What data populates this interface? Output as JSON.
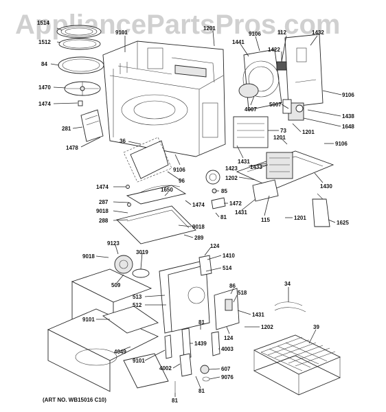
{
  "watermark": "AppliancePartsPros.com",
  "art_number": "(ART NO. WB15016 C10)",
  "colors": {
    "line": "#222222",
    "background": "#ffffff",
    "watermark": "#969696"
  },
  "callouts": [
    {
      "id": "c1514",
      "label": "1514"
    },
    {
      "id": "c1512",
      "label": "1512"
    },
    {
      "id": "c84",
      "label": "84"
    },
    {
      "id": "c1470",
      "label": "1470"
    },
    {
      "id": "c1474a",
      "label": "1474"
    },
    {
      "id": "c281",
      "label": "281"
    },
    {
      "id": "c1478",
      "label": "1478"
    },
    {
      "id": "c9101a",
      "label": "9101"
    },
    {
      "id": "c1201a",
      "label": "1201"
    },
    {
      "id": "c9106a",
      "label": "9106"
    },
    {
      "id": "c112",
      "label": "112"
    },
    {
      "id": "c1432",
      "label": "1432"
    },
    {
      "id": "c1441",
      "label": "1441"
    },
    {
      "id": "c1422",
      "label": "1422"
    },
    {
      "id": "c9106b",
      "label": "9106"
    },
    {
      "id": "c4007",
      "label": "4007"
    },
    {
      "id": "c5007",
      "label": "5007"
    },
    {
      "id": "c1438",
      "label": "1438"
    },
    {
      "id": "c1648",
      "label": "1648"
    },
    {
      "id": "c73",
      "label": "73"
    },
    {
      "id": "c1201b",
      "label": "1201"
    },
    {
      "id": "c1201c",
      "label": "1201"
    },
    {
      "id": "c9106c",
      "label": "9106"
    },
    {
      "id": "c36",
      "label": "36"
    },
    {
      "id": "c9106d",
      "label": "9106"
    },
    {
      "id": "c1431a",
      "label": "1431"
    },
    {
      "id": "c1423",
      "label": "1423"
    },
    {
      "id": "c1433",
      "label": "1433"
    },
    {
      "id": "c96",
      "label": "96"
    },
    {
      "id": "c1202a",
      "label": "1202"
    },
    {
      "id": "c1430",
      "label": "1430"
    },
    {
      "id": "c85",
      "label": "85"
    },
    {
      "id": "c1474b",
      "label": "1474"
    },
    {
      "id": "c1650",
      "label": "1650"
    },
    {
      "id": "c287",
      "label": "287"
    },
    {
      "id": "c1474c",
      "label": "1474"
    },
    {
      "id": "c1472",
      "label": "1472"
    },
    {
      "id": "c9018a",
      "label": "9018"
    },
    {
      "id": "c81a",
      "label": "81"
    },
    {
      "id": "c1431b",
      "label": "1431"
    },
    {
      "id": "c115",
      "label": "115"
    },
    {
      "id": "c1201d",
      "label": "1201"
    },
    {
      "id": "c1625",
      "label": "1625"
    },
    {
      "id": "c288",
      "label": "288"
    },
    {
      "id": "c9018b",
      "label": "9018"
    },
    {
      "id": "c289",
      "label": "289"
    },
    {
      "id": "c9123",
      "label": "9123"
    },
    {
      "id": "c124a",
      "label": "124"
    },
    {
      "id": "c9018c",
      "label": "9018"
    },
    {
      "id": "c3019",
      "label": "3019"
    },
    {
      "id": "c1410",
      "label": "1410"
    },
    {
      "id": "c514",
      "label": "514"
    },
    {
      "id": "c509",
      "label": "509"
    },
    {
      "id": "c34",
      "label": "34"
    },
    {
      "id": "c86",
      "label": "86"
    },
    {
      "id": "c513",
      "label": "513"
    },
    {
      "id": "c518",
      "label": "518"
    },
    {
      "id": "c512",
      "label": "512"
    },
    {
      "id": "c1431c",
      "label": "1431"
    },
    {
      "id": "c9101b",
      "label": "9101"
    },
    {
      "id": "c81b",
      "label": "81"
    },
    {
      "id": "c1202b",
      "label": "1202"
    },
    {
      "id": "c124b",
      "label": "124"
    },
    {
      "id": "c39",
      "label": "39"
    },
    {
      "id": "c1439",
      "label": "1439"
    },
    {
      "id": "c4049",
      "label": "4049"
    },
    {
      "id": "c4003",
      "label": "4003"
    },
    {
      "id": "c9101c",
      "label": "9101"
    },
    {
      "id": "c4002",
      "label": "4002"
    },
    {
      "id": "c607",
      "label": "607"
    },
    {
      "id": "c9076",
      "label": "9076"
    },
    {
      "id": "c81c",
      "label": "81"
    },
    {
      "id": "c81d",
      "label": "81"
    }
  ]
}
